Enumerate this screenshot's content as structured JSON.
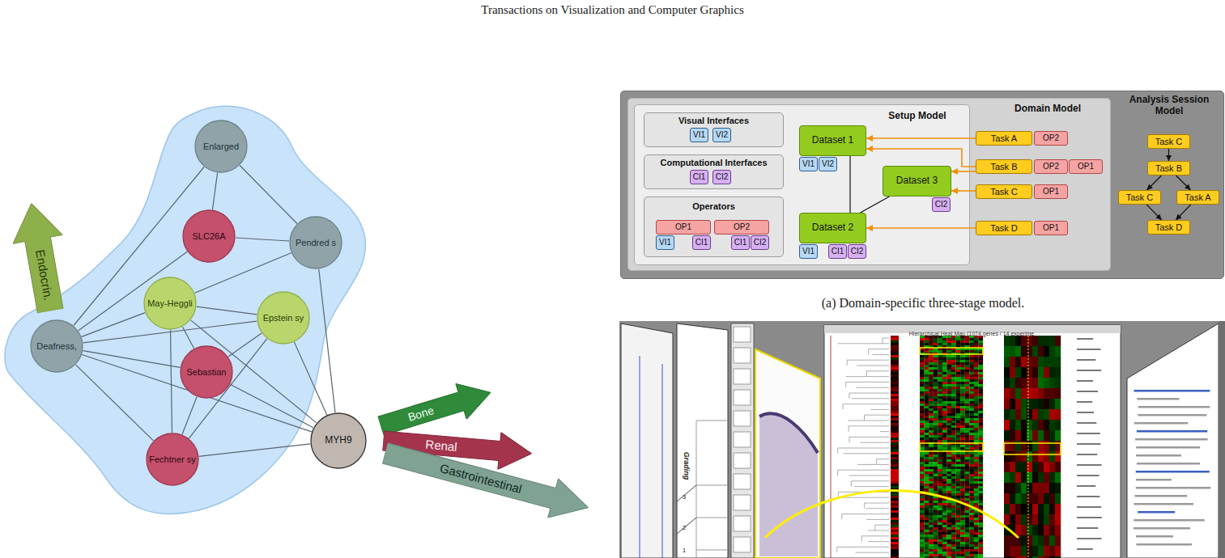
{
  "diagram": {
    "title": "Transactions on Visualization and Computer Graphics",
    "caption": "(a) Domain-specific three-stage model.",
    "nodes": [
      {
        "text": [
          "Enlarged"
        ]
      },
      {
        "text": [
          "SLC26A"
        ]
      },
      {
        "text": [
          "Pendred s"
        ]
      },
      {
        "text": [
          "May-Heggli"
        ]
      },
      {
        "text": [
          "Epstein sy"
        ]
      },
      {
        "text": [
          "Deafness,"
        ]
      },
      {
        "text": [
          "Sebastian"
        ]
      },
      {
        "text": [
          "Fechtner sy"
        ]
      },
      {
        "text": [
          "MYH9"
        ]
      },
      {
        "text": [
          "Endocrin."
        ]
      },
      {
        "text": [
          "Bone"
        ]
      },
      {
        "text": [
          "Renal"
        ]
      },
      {
        "text": [
          "Gastrointestinal"
        ]
      },
      {
        "text": [
          "Analysis Session Model"
        ]
      },
      {
        "text": [
          "Domain Model"
        ],
        "in": 13
      },
      {
        "text": [
          "Setup Model"
        ],
        "in": 14
      },
      {
        "text": [
          "Visual Interfaces"
        ],
        "in": 15
      },
      {
        "text": [
          "VI1"
        ],
        "in": 16
      },
      {
        "text": [
          "VI2"
        ],
        "in": 16
      },
      {
        "text": [
          "Computational Interfaces"
        ],
        "in": 15
      },
      {
        "text": [
          "CI1"
        ],
        "in": 19
      },
      {
        "text": [
          "CI2"
        ],
        "in": 19
      },
      {
        "text": [
          "Operators"
        ],
        "in": 15
      },
      {
        "text": [
          "OP1"
        ],
        "in": 22
      },
      {
        "text": [
          "VI1"
        ],
        "in": 22
      },
      {
        "text": [
          "CI1"
        ],
        "in": 22
      },
      {
        "text": [
          "OP2"
        ],
        "in": 22
      },
      {
        "text": [
          "CI1"
        ],
        "in": 22
      },
      {
        "text": [
          "CI2"
        ],
        "in": 22
      },
      {
        "text": [
          "Dataset 1"
        ],
        "in": 15
      },
      {
        "text": [
          "VI1"
        ],
        "in": 15
      },
      {
        "text": [
          "VI2"
        ],
        "in": 15
      },
      {
        "text": [
          "Dataset 3"
        ],
        "in": 15
      },
      {
        "text": [
          "CI2"
        ],
        "in": 15
      },
      {
        "text": [
          "Dataset 2"
        ],
        "in": 15
      },
      {
        "text": [
          "VI1"
        ],
        "in": 15
      },
      {
        "text": [
          "CI1"
        ],
        "in": 15
      },
      {
        "text": [
          "CI2"
        ],
        "in": 15
      },
      {
        "text": [
          "Task A"
        ],
        "in": 14
      },
      {
        "text": [
          "OP2"
        ],
        "in": 14
      },
      {
        "text": [
          "Task B"
        ],
        "in": 14
      },
      {
        "text": [
          "OP2"
        ],
        "in": 14
      },
      {
        "text": [
          "OP1"
        ],
        "in": 14
      },
      {
        "text": [
          "Task C"
        ],
        "in": 14
      },
      {
        "text": [
          "OP1"
        ],
        "in": 14
      },
      {
        "text": [
          "Task D"
        ],
        "in": 14
      },
      {
        "text": [
          "OP1"
        ],
        "in": 14
      },
      {
        "text": [
          "Task C"
        ],
        "in": 13
      },
      {
        "text": [
          "Task B"
        ],
        "in": 13
      },
      {
        "text": [
          "Task C"
        ],
        "in": 13
      },
      {
        "text": [
          "Task A"
        ],
        "in": 13
      },
      {
        "text": [
          "Task D"
        ],
        "in": 13
      }
    ],
    "edges": [
      {
        "from": 0,
        "to": 1,
        "arrow": "none"
      },
      {
        "from": 0,
        "to": 2,
        "arrow": "none"
      },
      {
        "from": 0,
        "to": 5,
        "arrow": "none"
      },
      {
        "from": 1,
        "to": 2,
        "arrow": "none"
      },
      {
        "from": 1,
        "to": 5,
        "arrow": "none"
      },
      {
        "from": 2,
        "to": 3,
        "arrow": "none"
      },
      {
        "from": 2,
        "to": 8,
        "arrow": "none"
      },
      {
        "from": 3,
        "to": 4,
        "arrow": "none"
      },
      {
        "from": 3,
        "to": 5,
        "arrow": "none"
      },
      {
        "from": 3,
        "to": 6,
        "arrow": "none"
      },
      {
        "from": 3,
        "to": 7,
        "arrow": "none"
      },
      {
        "from": 3,
        "to": 8,
        "arrow": "none"
      },
      {
        "from": 4,
        "to": 5,
        "arrow": "none"
      },
      {
        "from": 4,
        "to": 6,
        "arrow": "none"
      },
      {
        "from": 4,
        "to": 7,
        "arrow": "none"
      },
      {
        "from": 4,
        "to": 8,
        "arrow": "none"
      },
      {
        "from": 5,
        "to": 6,
        "arrow": "none"
      },
      {
        "from": 5,
        "to": 7,
        "arrow": "none"
      },
      {
        "from": 5,
        "to": 8,
        "arrow": "none"
      },
      {
        "from": 6,
        "to": 7,
        "arrow": "none"
      },
      {
        "from": 6,
        "to": 8,
        "arrow": "none"
      },
      {
        "from": 7,
        "to": 8,
        "arrow": "none"
      },
      {
        "from": 29,
        "to": 34,
        "arrow": "none"
      },
      {
        "from": 32,
        "to": 34,
        "arrow": "none"
      },
      {
        "from": 38,
        "to": 29,
        "arrow": "to"
      },
      {
        "from": 40,
        "to": 29,
        "arrow": "to"
      },
      {
        "from": 40,
        "to": 32,
        "arrow": "to"
      },
      {
        "from": 43,
        "to": 32,
        "arrow": "to"
      },
      {
        "from": 45,
        "to": 34,
        "arrow": "to"
      },
      {
        "from": 47,
        "to": 48,
        "arrow": "to"
      },
      {
        "from": 48,
        "to": 49,
        "arrow": "to"
      },
      {
        "from": 48,
        "to": 50,
        "arrow": "to"
      },
      {
        "from": 49,
        "to": 51,
        "arrow": "to"
      },
      {
        "from": 50,
        "to": 51,
        "arrow": "to"
      }
    ],
    "labels": [
      "Hierarchical Heat Map (1074 genes / 14 experime",
      "Grading",
      "3",
      "2",
      "1"
    ]
  }
}
